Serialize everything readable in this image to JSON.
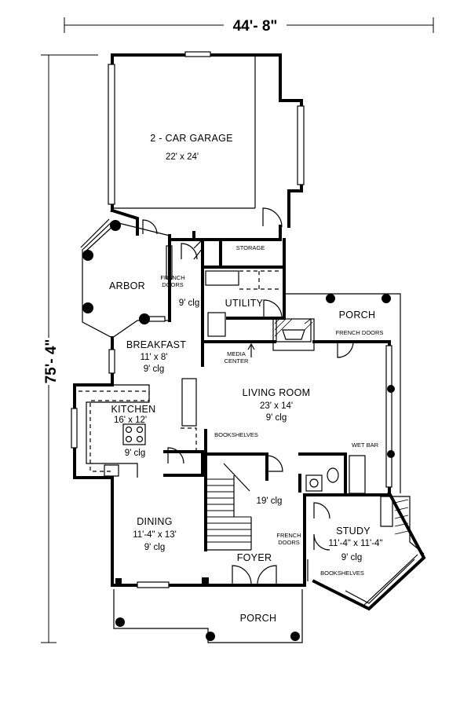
{
  "dimensions": {
    "width": "44'- 8\"",
    "depth": "75'- 4\""
  },
  "rooms": {
    "garage": {
      "name": "2 - CAR GARAGE",
      "size": "22' x 24'"
    },
    "storage": {
      "name": "STORAGE"
    },
    "arbor": {
      "name": "ARBOR"
    },
    "utility": {
      "name": "UTILITY"
    },
    "breakfast": {
      "name": "BREAKFAST",
      "size": "11' x 8'",
      "ceiling": "9' clg"
    },
    "porch_rear": {
      "name": "PORCH"
    },
    "living": {
      "name": "LIVING ROOM",
      "size": "23' x 14'",
      "ceiling": "9' clg"
    },
    "kitchen": {
      "name": "KITCHEN",
      "size": "16' x 12'",
      "ceiling": "9' clg"
    },
    "dining": {
      "name": "DINING",
      "size": "11'-4\" x 13'",
      "ceiling": "9' clg"
    },
    "foyer": {
      "name": "FOYER",
      "ceiling": "19' clg"
    },
    "study": {
      "name": "STUDY",
      "size": "11'-4\" x 11'-4\"",
      "ceiling": "9' clg"
    },
    "porch_front": {
      "name": "PORCH"
    }
  },
  "notes": {
    "french_doors_arbor": [
      "FRENCH",
      "DOORS"
    ],
    "ceiling_9": "9' clg",
    "media_center": [
      "MEDIA",
      "CENTER"
    ],
    "french_doors_porch": "FRENCH DOORS",
    "bookshelves_stair": "BOOKSHELVES",
    "wet_bar": "WET BAR",
    "french_doors_study": [
      "FRENCH",
      "DOORS"
    ],
    "bookshelves_study": "BOOKSHELVES"
  }
}
